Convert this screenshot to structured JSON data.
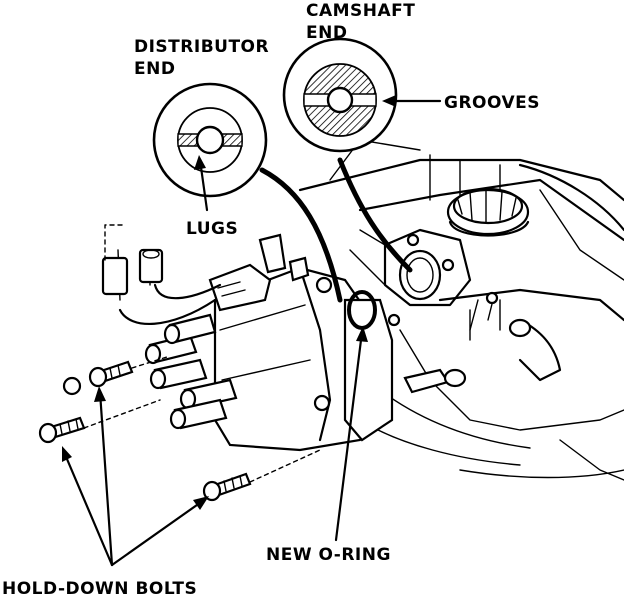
{
  "labels": {
    "camshaft_end_line1": "CAMSHAFT",
    "camshaft_end_line2": "END",
    "distributor_end_line1": "DISTRIBUTOR",
    "distributor_end_line2": "END",
    "grooves": "GROOVES",
    "lugs": "LUGS",
    "new_o_ring": "NEW O-RING",
    "hold_down_bolts": "HOLD-DOWN BOLTS"
  },
  "colors": {
    "ink": "#000000",
    "paper": "#ffffff"
  }
}
